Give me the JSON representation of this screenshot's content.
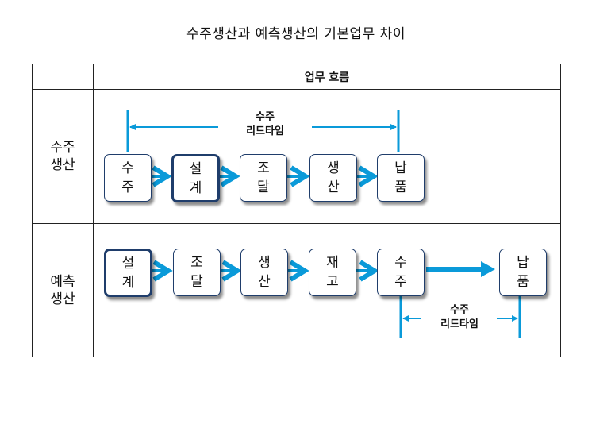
{
  "title": "수주생산과 예측생산의 기본업무 차이",
  "table": {
    "header": "업무 흐름",
    "rows": [
      {
        "label_line1": "수주",
        "label_line2": "생산"
      },
      {
        "label_line1": "예측",
        "label_line2": "생산"
      }
    ]
  },
  "make_to_order": {
    "steps": [
      {
        "line1": "수",
        "line2": "주",
        "highlighted": false
      },
      {
        "line1": "설",
        "line2": "계",
        "highlighted": true
      },
      {
        "line1": "조",
        "line2": "달",
        "highlighted": false
      },
      {
        "line1": "생",
        "line2": "산",
        "highlighted": false
      },
      {
        "line1": "납",
        "line2": "품",
        "highlighted": false
      }
    ],
    "lead_time_line1": "수주",
    "lead_time_line2": "리드타임"
  },
  "make_to_stock": {
    "steps": [
      {
        "line1": "설",
        "line2": "계",
        "highlighted": true
      },
      {
        "line1": "조",
        "line2": "달",
        "highlighted": false
      },
      {
        "line1": "생",
        "line2": "산",
        "highlighted": false
      },
      {
        "line1": "재",
        "line2": "고",
        "highlighted": false
      },
      {
        "line1": "수",
        "line2": "주",
        "highlighted": false
      },
      {
        "line1": "납",
        "line2": "품",
        "highlighted": false
      }
    ],
    "lead_time_line1": "수주",
    "lead_time_line2": "리드타임"
  },
  "colors": {
    "arrow": "#0a9ad9",
    "box_border": "#1f3d6b",
    "grid_line": "#222222"
  }
}
